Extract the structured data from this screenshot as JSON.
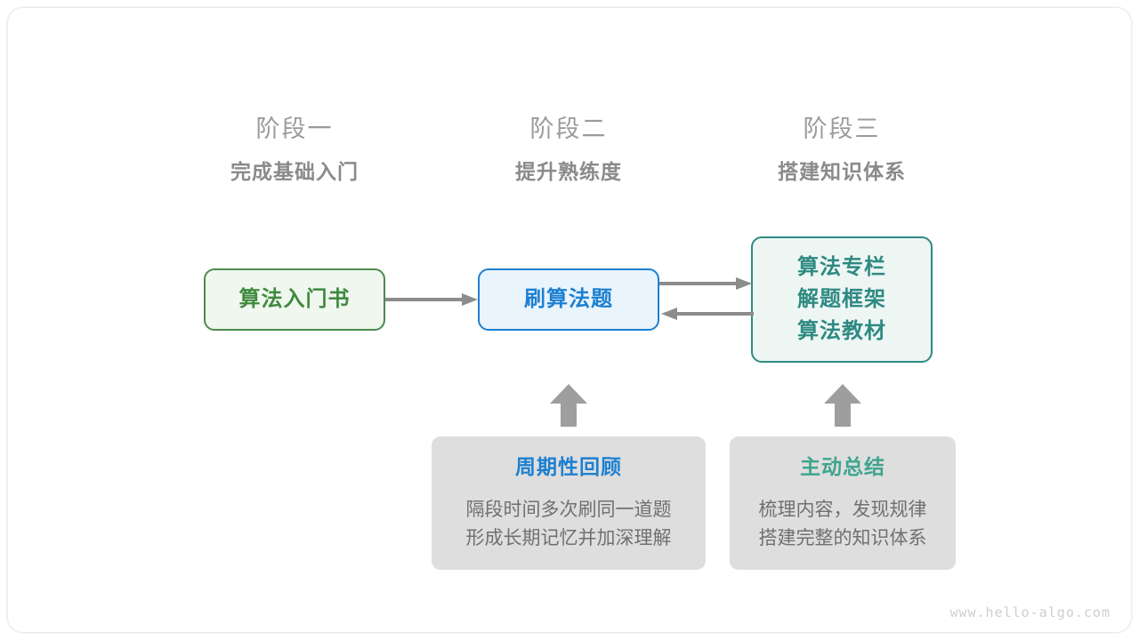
{
  "diagram": {
    "stages": [
      {
        "title": "阶段一",
        "subtitle": "完成基础入门"
      },
      {
        "title": "阶段二",
        "subtitle": "提升熟练度"
      },
      {
        "title": "阶段三",
        "subtitle": "搭建知识体系"
      }
    ],
    "nodes": [
      {
        "id": "book",
        "lines": [
          "算法入门书"
        ],
        "border_color": "#4e8a4d",
        "fill_color": "#f0f7ef",
        "text_color": "#3f8a3f"
      },
      {
        "id": "practice",
        "lines": [
          "刷算法题"
        ],
        "border_color": "#1d80d0",
        "fill_color": "#eaf4fd",
        "text_color": "#1d80d0"
      },
      {
        "id": "resources",
        "lines": [
          "算法专栏",
          "解题框架",
          "算法教材"
        ],
        "border_color": "#2e8a82",
        "fill_color": "#eef6f4",
        "text_color": "#2e8a82"
      }
    ],
    "tips": [
      {
        "id": "review",
        "title": "周期性回顾",
        "title_color": "#1d80d0",
        "body_lines": [
          "隔段时间多次刷同一道题",
          "形成长期记忆并加深理解"
        ],
        "fill_color": "#dedede"
      },
      {
        "id": "summary",
        "title": "主动总结",
        "title_color": "#3fa58e",
        "body_lines": [
          "梳理内容，发现规律",
          "搭建完整的知识体系"
        ],
        "fill_color": "#dedede"
      }
    ],
    "arrow_color": "#8c8c8c",
    "watermark": "www.hello-algo.com"
  }
}
